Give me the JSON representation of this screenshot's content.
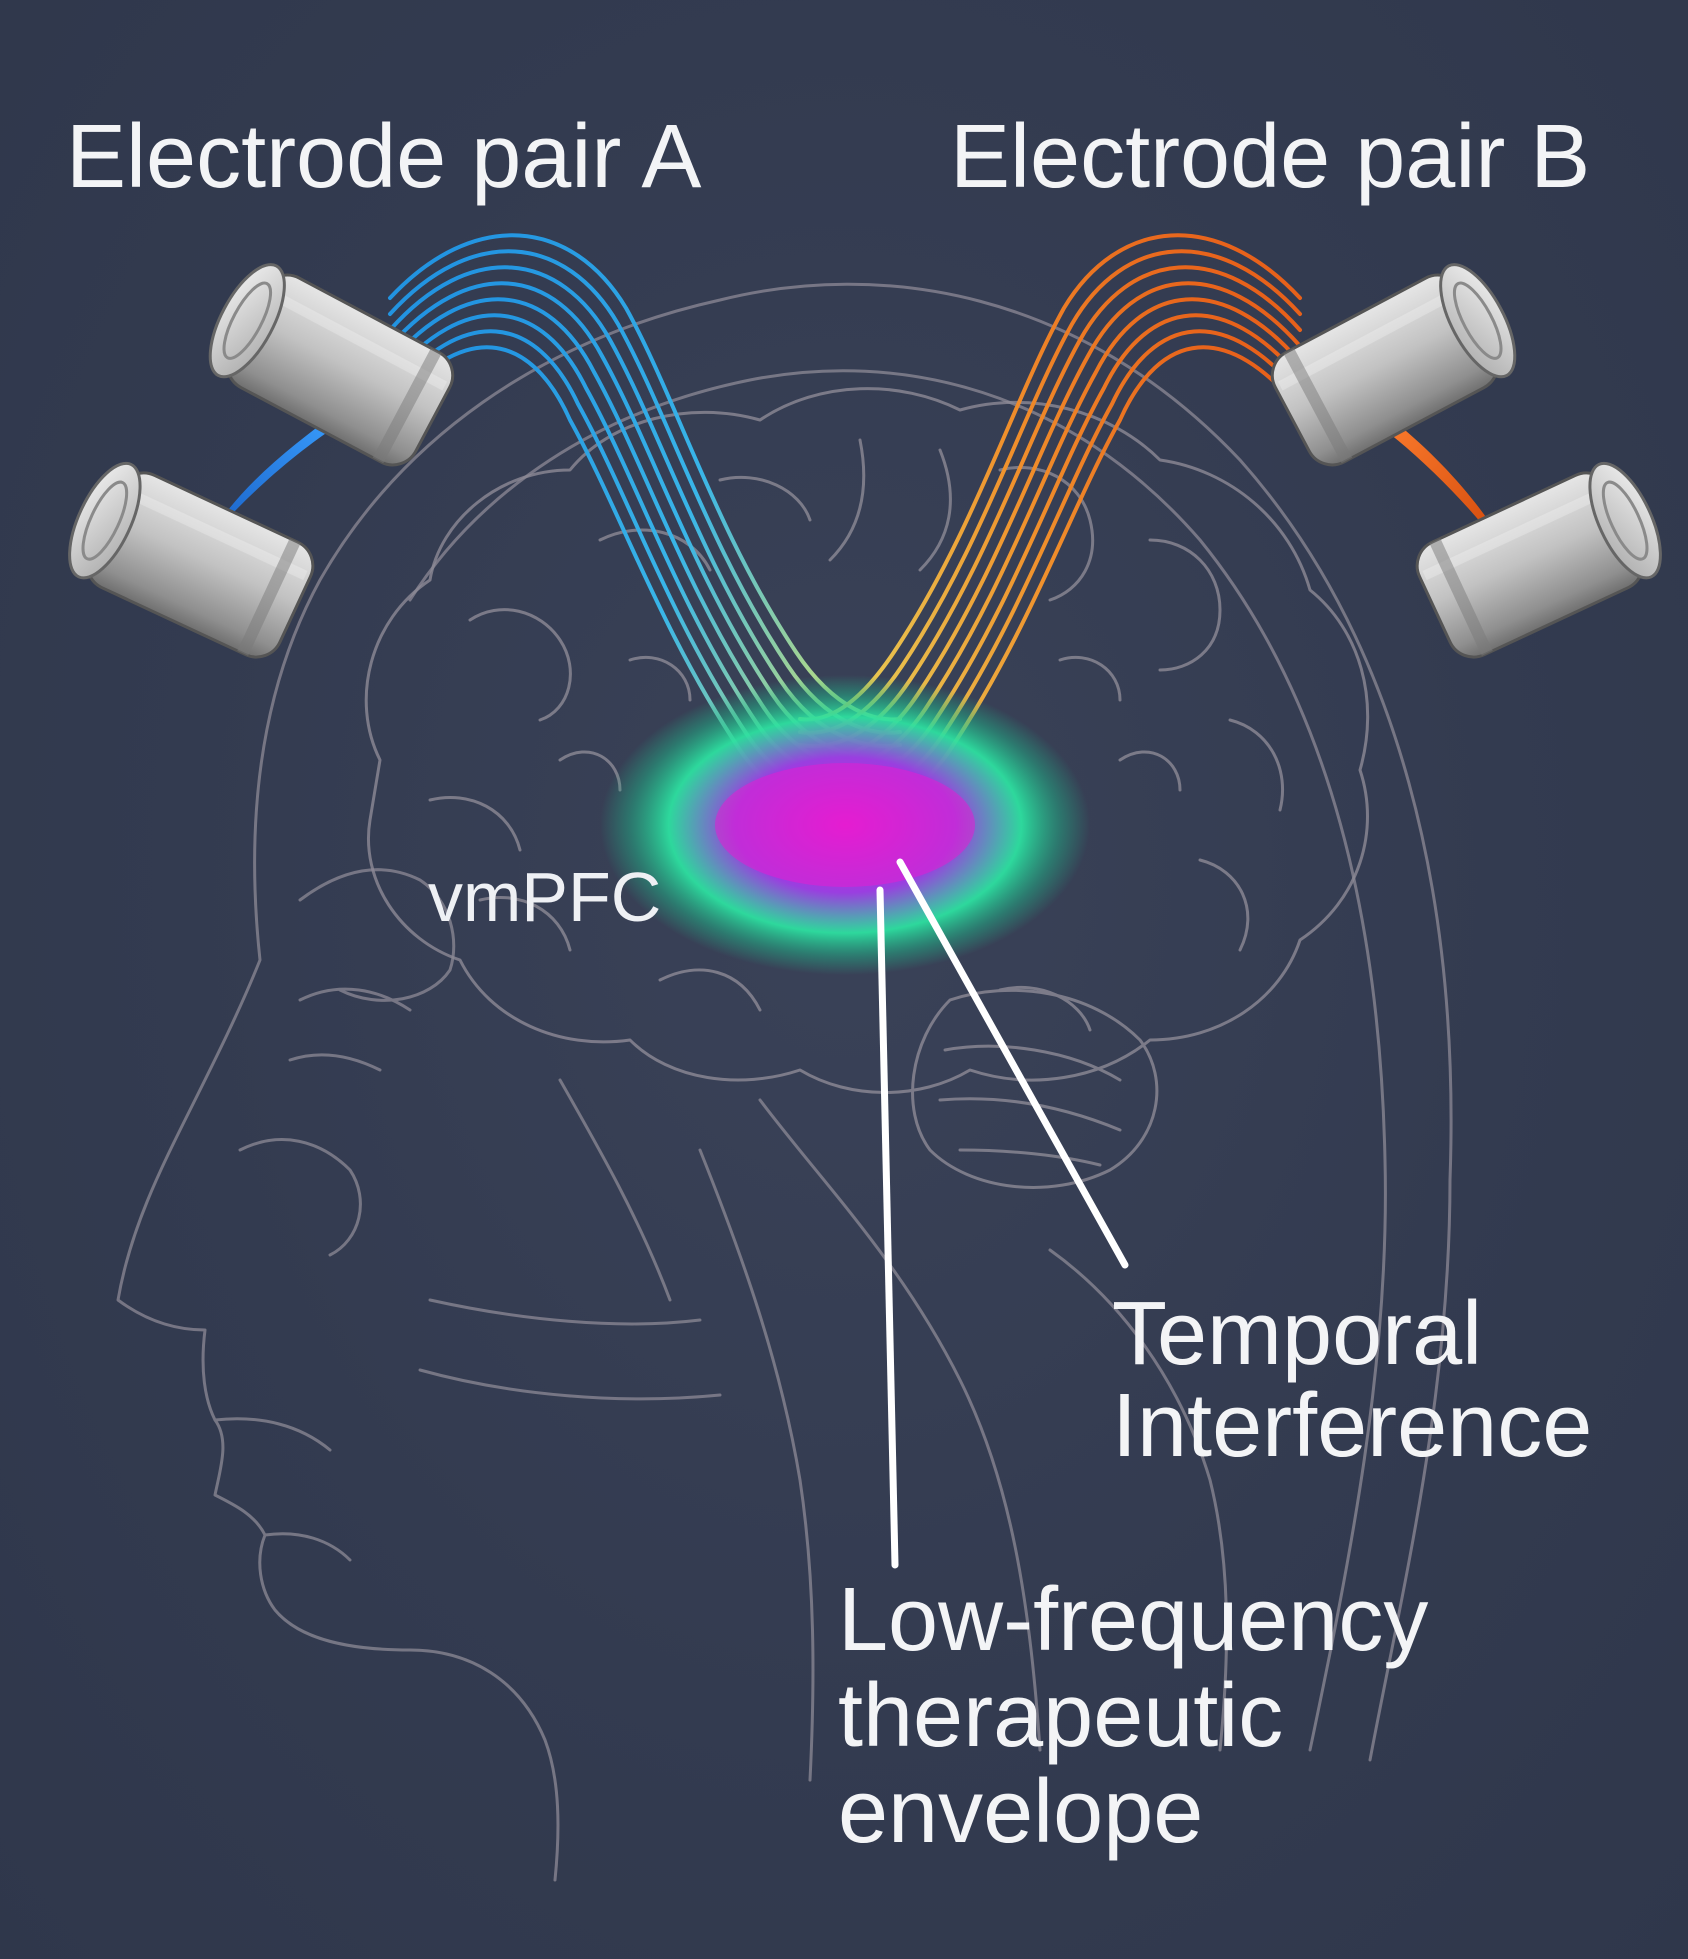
{
  "labels": {
    "electrode_pair_a": "Electrode pair A",
    "electrode_pair_b": "Electrode pair B",
    "target_region": "vmPFC",
    "temporal_interference": [
      "Temporal",
      "Interference"
    ],
    "envelope": [
      "Low-frequency",
      "therapeutic",
      "envelope"
    ]
  },
  "colors": {
    "background": "#353d52",
    "outline": "#8d8a96",
    "text": "#f3f4f6",
    "field_a": "#2aa8ea",
    "field_b": "#f07a22",
    "focus_core": "#e91ad0",
    "focus_halo": "#2de0a0",
    "electrode_body": "#bdbdbd"
  },
  "icons": [
    "electrode-icon",
    "brain-icon",
    "head-outline-icon"
  ]
}
